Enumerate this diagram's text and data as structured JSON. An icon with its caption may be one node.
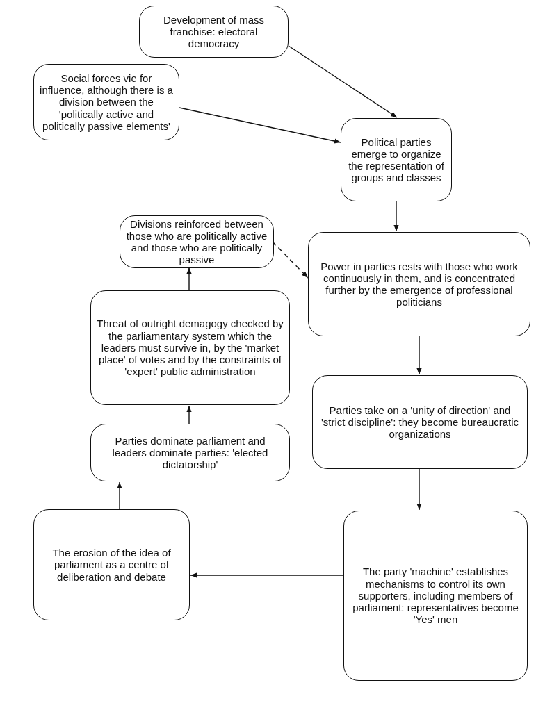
{
  "diagram": {
    "nodes": [
      {
        "text": [
          "Development of mass franchise: electoral democracy"
        ]
      },
      {
        "text": [
          "Social forces vie for influence, although there is a division between the 'politically active and politically passive elements'"
        ]
      },
      {
        "text": [
          "Political parties emerge to organize the representation of groups and classes"
        ]
      },
      {
        "text": [
          "Divisions reinforced between those who are politically active and those who are politically passive"
        ]
      },
      {
        "text": [
          "Power in parties rests with those who work continuously in them, and is concentrated further by the emergence of professional politicians"
        ]
      },
      {
        "text": [
          "Threat of outright demagogy checked by the parliamentary system which the leaders must survive in, by the 'market place' of votes and by the constraints of 'expert' public administration"
        ]
      },
      {
        "text": [
          "Parties take on a 'unity of direction' and 'strict discipline': they become bureaucratic organizations"
        ]
      },
      {
        "text": [
          "Parties dominate parliament and leaders dominate parties: 'elected dictatorship'"
        ]
      },
      {
        "text": [
          "The party 'machine' establishes mechanisms to control its own supporters, including members of parliament: representatives become 'Yes' men"
        ]
      },
      {
        "text": [
          "The erosion of the idea of parliament as a centre of deliberation and debate"
        ]
      }
    ],
    "edges": [
      {
        "from": 0,
        "to": 2,
        "arrow": "to"
      },
      {
        "from": 1,
        "to": 2,
        "arrow": "to"
      },
      {
        "from": 2,
        "to": 4,
        "arrow": "to"
      },
      {
        "from": 3,
        "to": 4,
        "arrow": "to",
        "style": "dashed"
      },
      {
        "from": 4,
        "to": 6,
        "arrow": "to"
      },
      {
        "from": 6,
        "to": 8,
        "arrow": "to"
      },
      {
        "from": 8,
        "to": 9,
        "arrow": "to"
      },
      {
        "from": 9,
        "to": 7,
        "arrow": "to"
      },
      {
        "from": 7,
        "to": 5,
        "arrow": "to"
      },
      {
        "from": 5,
        "to": 3,
        "arrow": "to"
      }
    ]
  }
}
